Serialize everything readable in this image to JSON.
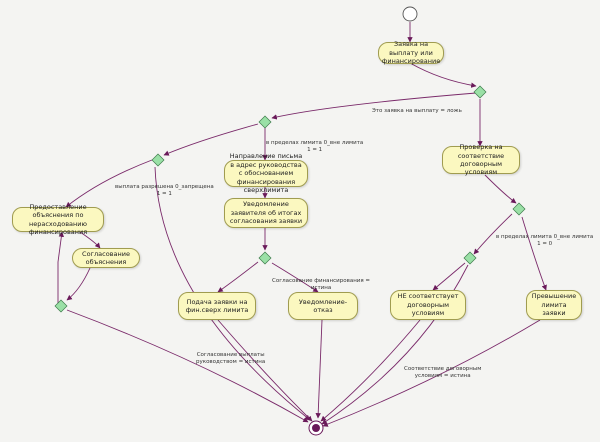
{
  "diagram": {
    "nodes": {
      "request": "Заявка на выплату или финансирование",
      "check_contract": "Проверка на соответствие договорным условиям",
      "letter": "Направление письма в адрес руководства с обоснованием финансирования сверхлимита",
      "explain": "Предоставление объяснения по нерасходованию финансирования",
      "approve_explain": "Согласование объяснения",
      "notify": "Уведомление заявителя об итогах согласования заявки",
      "submit_over": "Подача заявки на фин.сверх лимита",
      "notify_refuse": "Уведомление-отказ",
      "not_match": "НЕ соответствует договорным условиям",
      "exceed": "Превышение лимита заявки"
    },
    "edge_labels": {
      "not_payment": "Это заявка на выплату = ложь",
      "within_limit_1": "в пределах лимита 0_вне лимита\n1 = 1",
      "payment_allowed": "выплата разрешена 0_запрещена\n1 = 1",
      "fin_approval": "Согласование финансирования =\nистина",
      "payment_approval": "Согласование выплаты\nруководством = истина",
      "within_limit_2": "в пределах лимита 0_вне лимита\n1 = 0",
      "contract_match": "Соответствие договорным\nусловиям = истина"
    }
  }
}
